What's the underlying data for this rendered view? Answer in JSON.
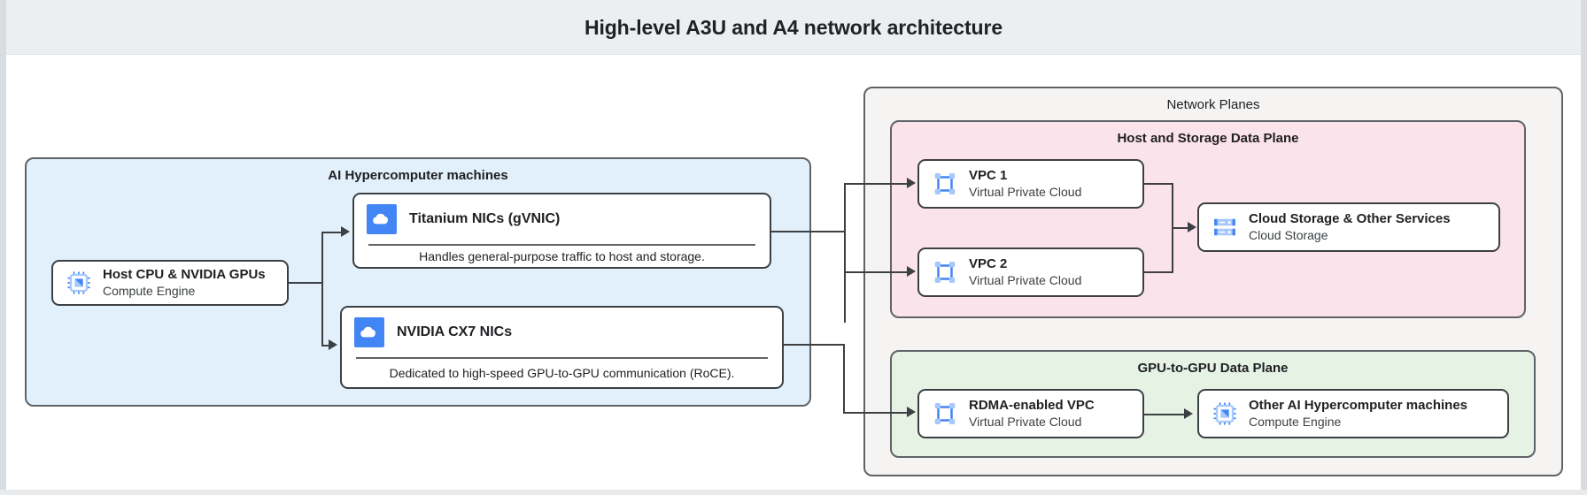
{
  "header": {
    "title": "High-level A3U and A4 network architecture"
  },
  "panels": {
    "ai_machines": {
      "title": "AI Hypercomputer machines"
    },
    "network_planes": {
      "title": "Network Planes"
    },
    "host_storage_plane": {
      "title": "Host and Storage Data Plane"
    },
    "gpu_plane": {
      "title": "GPU-to-GPU Data Plane"
    }
  },
  "nodes": {
    "host_cpu": {
      "title": "Host CPU & NVIDIA GPUs",
      "subtitle": "Compute Engine",
      "icon": "compute-engine-icon"
    },
    "titanium_nics": {
      "title": "Titanium NICs (gVNIC)",
      "description": "Handles general-purpose traffic to host and storage.",
      "icon": "cloud-icon"
    },
    "cx7_nics": {
      "title": "NVIDIA CX7 NICs",
      "description": "Dedicated to high-speed GPU-to-GPU communication (RoCE).",
      "icon": "cloud-icon"
    },
    "vpc1": {
      "title": "VPC 1",
      "subtitle": "Virtual Private Cloud",
      "icon": "vpc-icon"
    },
    "vpc2": {
      "title": "VPC 2",
      "subtitle": "Virtual Private Cloud",
      "icon": "vpc-icon"
    },
    "cloud_storage": {
      "title": "Cloud Storage & Other Services",
      "subtitle": "Cloud Storage",
      "icon": "cloud-storage-icon"
    },
    "rdma_vpc": {
      "title": "RDMA-enabled VPC",
      "subtitle": "Virtual Private Cloud",
      "icon": "vpc-icon"
    },
    "other_machines": {
      "title": "Other AI Hypercomputer machines",
      "subtitle": "Compute Engine",
      "icon": "compute-engine-icon"
    }
  },
  "colors": {
    "header_bg": "#eceff1",
    "ai_panel_bg": "#e2f0fb",
    "network_planes_bg": "#f5f4f3",
    "host_storage_bg": "#fae3ea",
    "gpu_plane_bg": "#e5f2e4",
    "border": "#5f6368",
    "icon_blue": "#4285f4",
    "icon_light_blue": "#a6c8fb",
    "text": "#202124"
  }
}
